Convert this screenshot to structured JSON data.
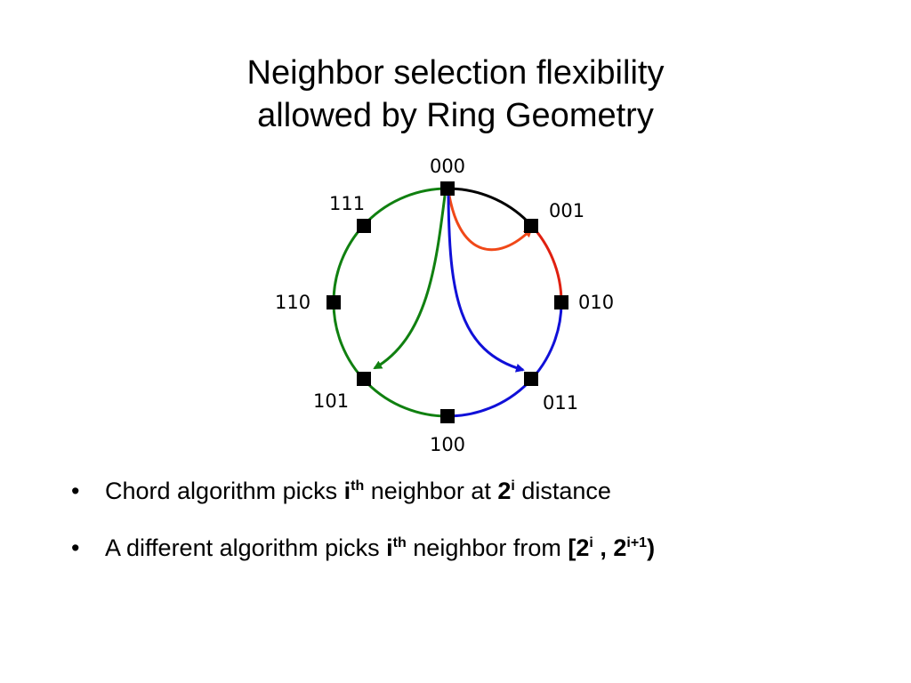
{
  "title": {
    "line1": "Neighbor selection flexibility",
    "line2": "allowed by Ring Geometry"
  },
  "nodes": [
    {
      "id": "000",
      "label": "000"
    },
    {
      "id": "001",
      "label": "001"
    },
    {
      "id": "010",
      "label": "010"
    },
    {
      "id": "011",
      "label": "011"
    },
    {
      "id": "100",
      "label": "100"
    },
    {
      "id": "101",
      "label": "101"
    },
    {
      "id": "110",
      "label": "110"
    },
    {
      "id": "111",
      "label": "111"
    }
  ],
  "colors": {
    "black_arc": "#000000",
    "red_arc": "#e02010",
    "orange_chord": "#f04818",
    "blue": "#1010d8",
    "green": "#108010"
  },
  "bullets": {
    "b1": {
      "marker": "•",
      "t1": "Chord algorithm picks ",
      "i": "i",
      "th": "th",
      "t2": " neighbor at ",
      "two": "2",
      "sup_i": "i",
      "t3": " distance"
    },
    "b2": {
      "marker": "•",
      "t1": "A different algorithm picks ",
      "i": "i",
      "th": "th",
      "t2": " neighbor from ",
      "open": "[2",
      "sup_i": "i",
      "mid": " , 2",
      "sup_i1": "i+1",
      "close": ")"
    }
  }
}
